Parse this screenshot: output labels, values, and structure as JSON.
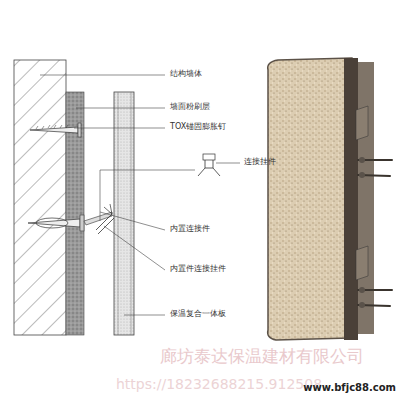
{
  "diagram": {
    "labels": [
      "结构墙体",
      "墙面粉刷层",
      "TOX锚固膨胀钉",
      "连接挂件",
      "内置连接件",
      "内置件连接挂件",
      "保温复合一体板",
      "廊坊泰达保温建材有限公司",
      "https://18232688215.912508",
      "www.bfjc88.com"
    ]
  }
}
